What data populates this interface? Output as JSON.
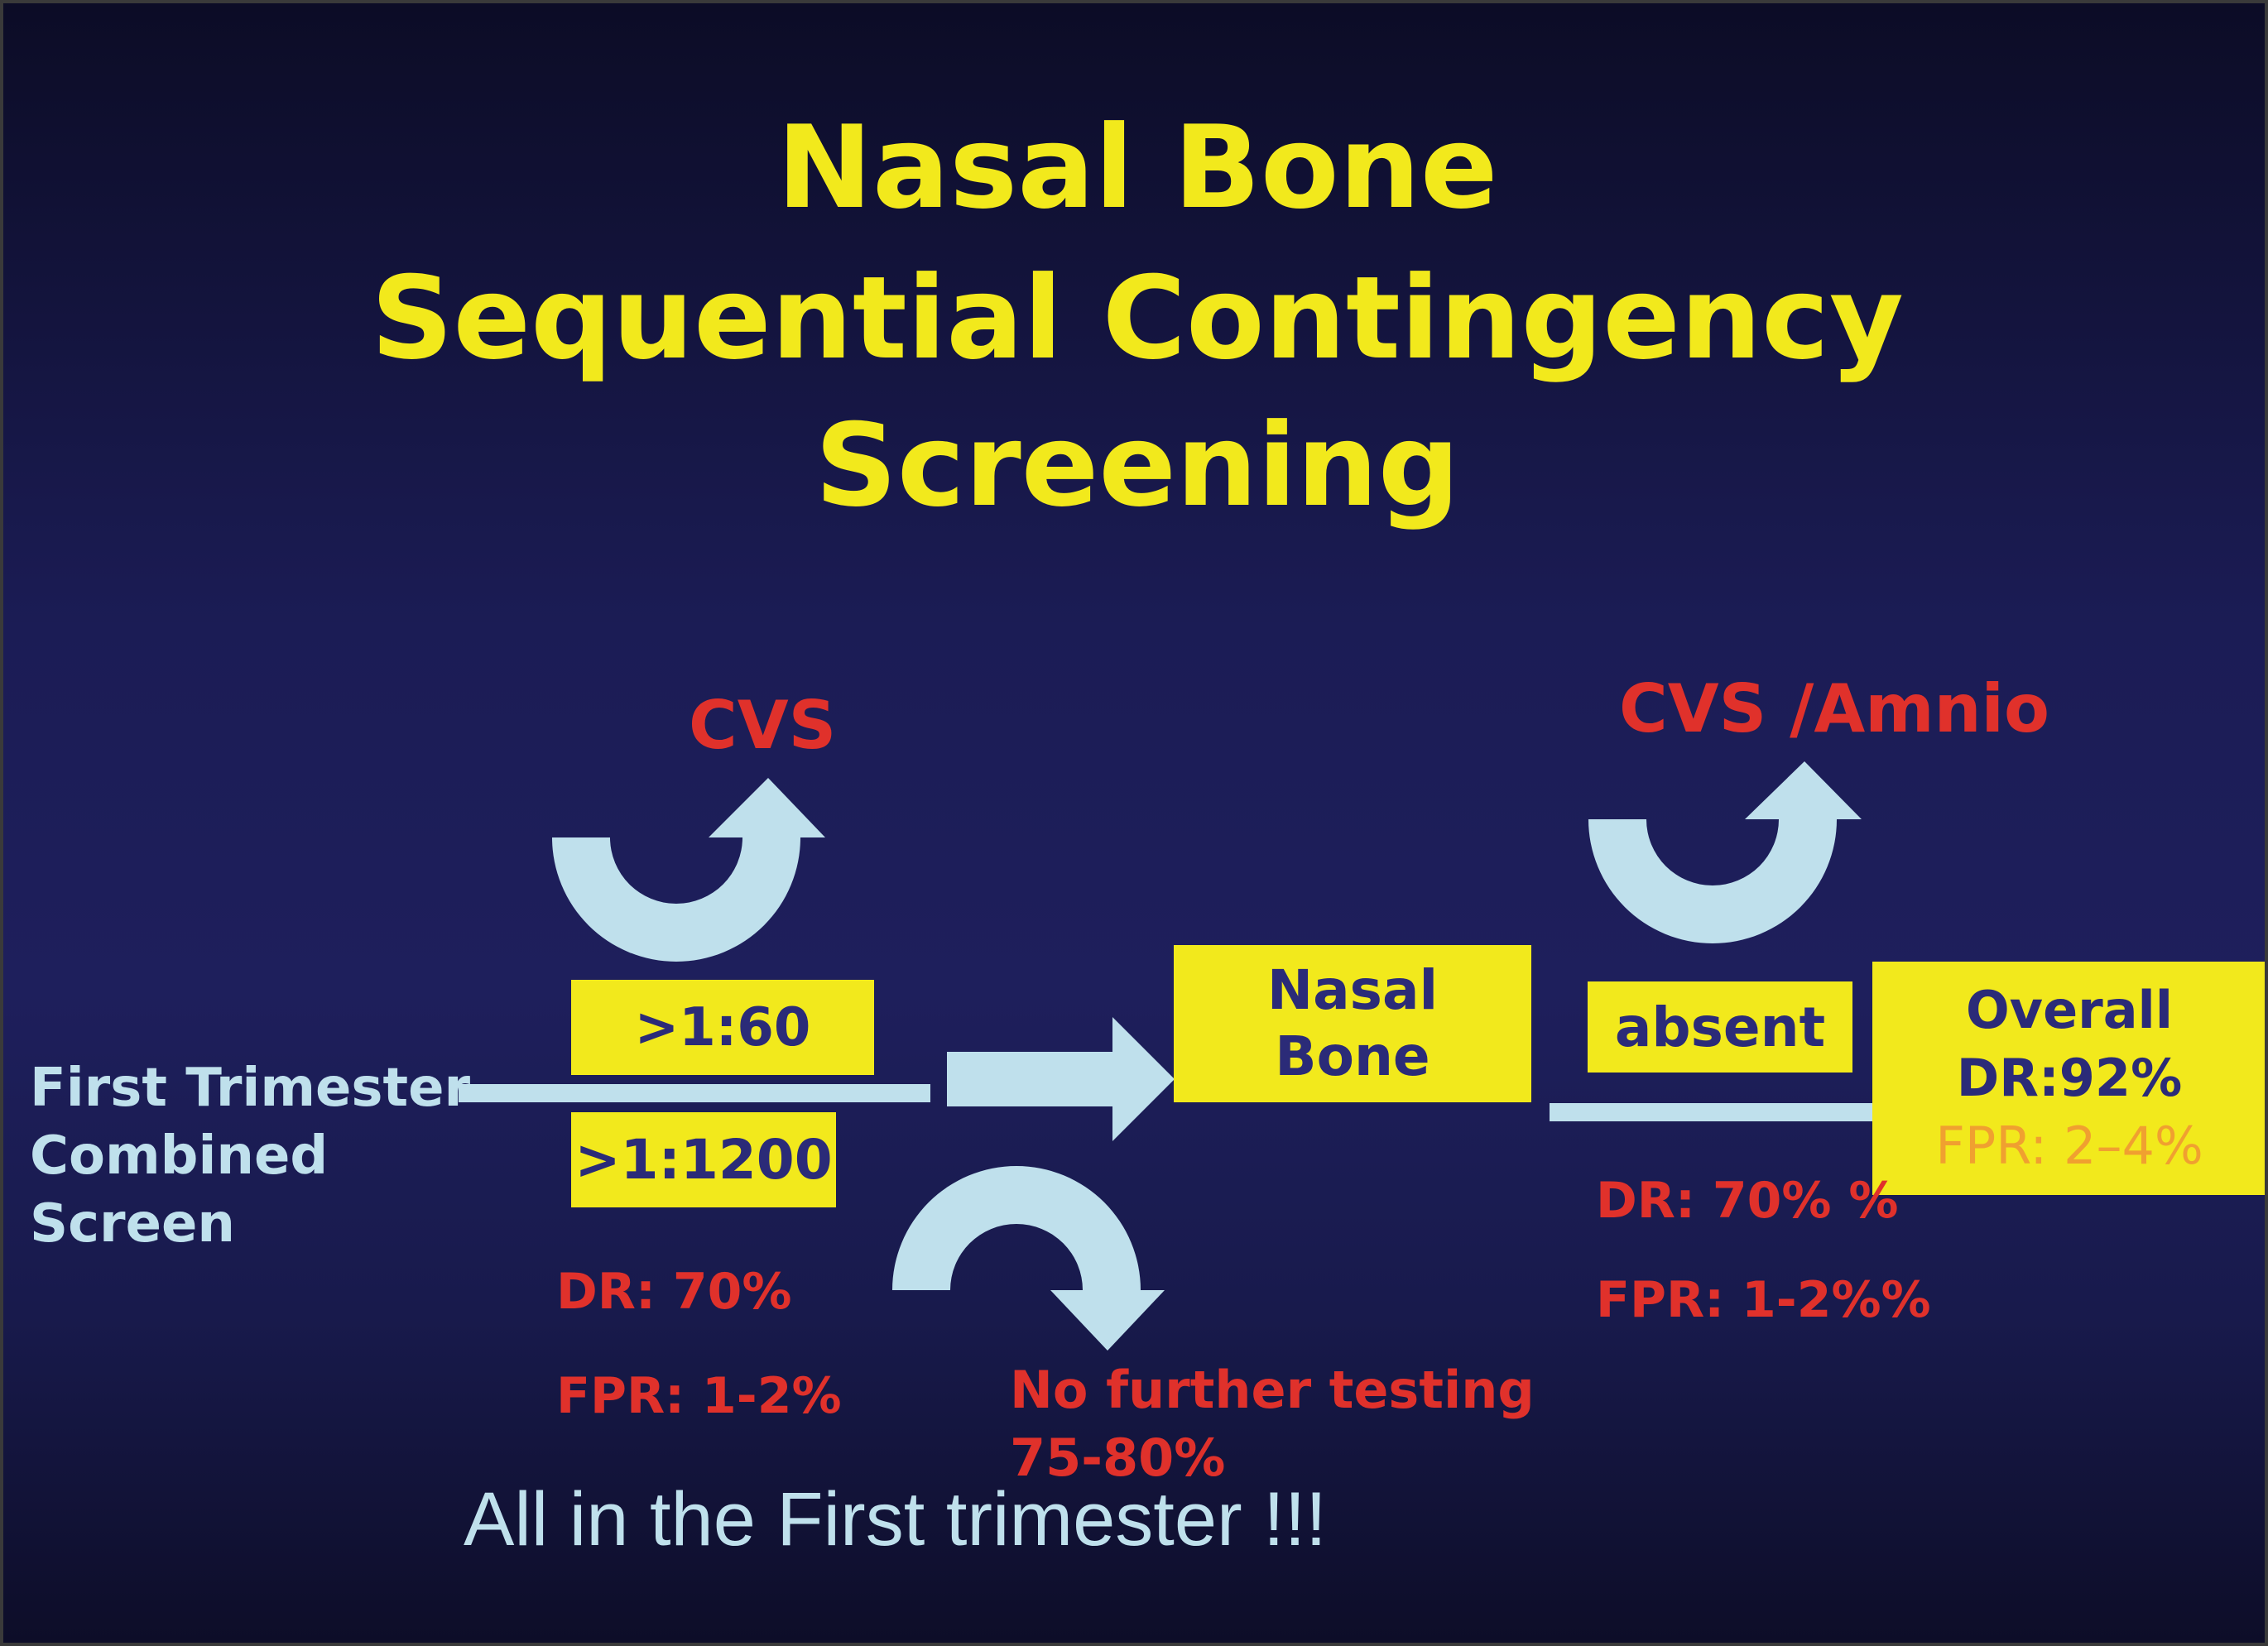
{
  "title": {
    "line1": "Nasal Bone",
    "line2": "Sequential Contingency",
    "line3": "Screening"
  },
  "start": {
    "line1": "First Trimester",
    "line2": "Combined",
    "line3": "Screen"
  },
  "first_stage": {
    "high_risk_label": ">1:60",
    "low_risk_label": ">1:1200",
    "high_risk_outcome": "CVS",
    "low_risk_outcome": "No further testing",
    "low_risk_percent": "75-80%",
    "dr": "DR: 70%",
    "fpr": "FPR: 1-2%"
  },
  "nasal_bone": {
    "line1": "Nasal",
    "line2": "Bone",
    "absent_label": "absent",
    "outcome": "CVS /Amnio",
    "dr": "DR: 70% %",
    "fpr": "FPR: 1-2%%"
  },
  "overall": {
    "line1": "Overall",
    "dr": "DR:92%",
    "fpr": "FPR: 2–4%"
  },
  "footer": "All in the First trimester !!!",
  "colors": {
    "title": "#f2e91c",
    "box": "#f2e91c",
    "box_text": "#2b2b78",
    "outcome_text": "#e0312b",
    "arrow": "#bfe0ec",
    "overall_fpr": "#f0a030"
  }
}
